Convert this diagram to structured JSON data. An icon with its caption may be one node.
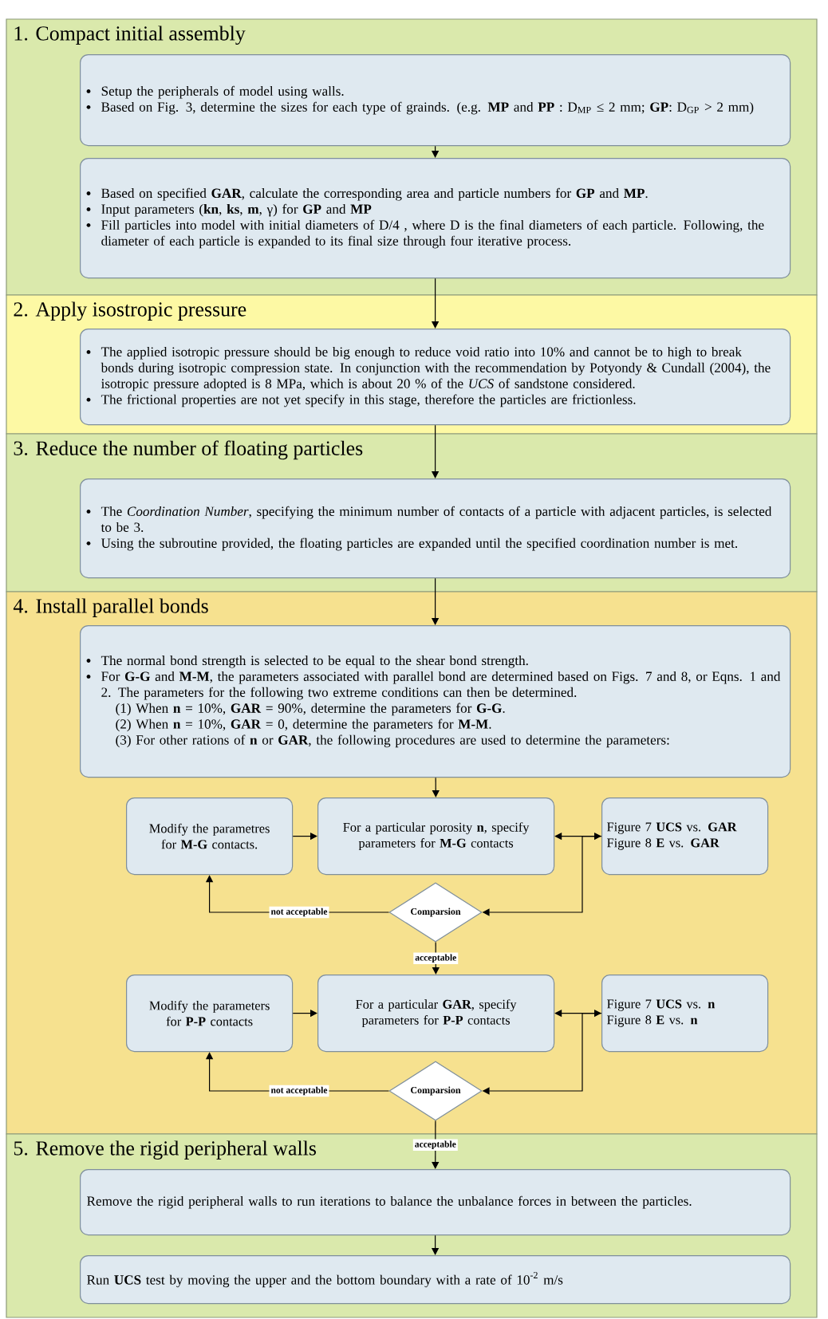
{
  "diagram": {
    "nodes": [
      {
        "text": [
          "1. Compact initial assembly"
        ]
      },
      {
        "text": [
          "Setup the peripherals of model using walls.",
          "Based on Fig. 3, determine the sizes for each type of grainds. (e.g. **MP** and **PP** : D$_{MP}$ ≤ 2 mm; **GP**: D$_{GP}$ > 2 mm)"
        ],
        "in": 0
      },
      {
        "text": [
          "Based on specified **GAR**, calculate the corresponding area and particle numbers for **GP** and **MP**.",
          "Input parameters (**kn**, **ks**, **m**, γ) for **GP** and **MP**",
          "Fill particles into model with initial diameters of D/4 , where D is the final diameters of each particle. Following, the diameter of each particle is expanded to its final size through four iterative process."
        ],
        "in": 0
      },
      {
        "text": [
          "2. Apply isostropic pressure"
        ]
      },
      {
        "text": [
          "The applied isotropic pressure should be big enough to reduce void ratio into 10% and cannot be to high to break bonds during isotropic compression state. In conjunction with the recommendation by Potyondy & Cundall (2004), the isotropic pressure adopted is 8 MPa, which is about 20 % of the *UCS* of sandstone considered.",
          "The frictional properties are not yet specify in this stage, therefore the particles are frictionless."
        ],
        "in": 3
      },
      {
        "text": [
          "3. Reduce the number of floating particles"
        ]
      },
      {
        "text": [
          "The *Coordination Number*, specifying the minimum number of contacts of a particle with adjacent particles, is selected to be 3.",
          "Using the subroutine provided, the floating particles are expanded until the specified coordination number is met."
        ],
        "in": 5
      },
      {
        "text": [
          "4. Install parallel bonds"
        ]
      },
      {
        "text": [
          "The normal bond strength is selected to be equal to the shear bond strength.",
          "For **G-G** and **M-M**, the parameters associated with parallel bond are determined based on Figs. 7 and 8, or Eqns. 1 and 2. The parameters for the following two extreme conditions can then be determined.",
          "(1) When **n** = 10%, **GAR** = 90%, determine the parameters for **G-G**.",
          "(2) When **n** = 10%, **GAR** = 0, determine the parameters for **M-M**.",
          "(3) For other rations of **n** or **GAR**, the following procedures are used to determine the parameters:"
        ],
        "in": 7
      },
      {
        "text": [
          "Modify the parametres for **M-G** contacts."
        ],
        "in": 7
      },
      {
        "text": [
          "For a particular porosity **n**, specify parameters for **M-G** contacts"
        ],
        "in": 7
      },
      {
        "text": [
          "Figure 7 **UCS** vs. **GAR**",
          "Figure 8 **E** vs. **GAR**"
        ],
        "in": 7
      },
      {
        "text": [
          "Comparsion"
        ],
        "in": 7
      },
      {
        "text": [
          "Modify the parameters for **P-P** contacts"
        ],
        "in": 7
      },
      {
        "text": [
          "For a particular **GAR**, specify parameters for **P-P** contacts"
        ],
        "in": 7
      },
      {
        "text": [
          "Figure 7 **UCS** vs. **n**",
          "Figure 8 **E** vs. **n**"
        ],
        "in": 7
      },
      {
        "text": [
          "Comparsion"
        ],
        "in": 7
      },
      {
        "text": [
          "5. Remove the rigid peripheral walls"
        ]
      },
      {
        "text": [
          "Remove the rigid peripheral walls to run iterations to balance the unbalance forces in between the particles."
        ],
        "in": 17
      },
      {
        "text": [
          "Run **UCS** test by moving the upper and the bottom boundary with a rate of 10$^{-2}$ m/s"
        ],
        "in": 17
      }
    ],
    "edges": [
      {
        "from": 1,
        "to": 2,
        "arrow": "to"
      },
      {
        "from": 2,
        "to": 4,
        "arrow": "to"
      },
      {
        "from": 4,
        "to": 6,
        "arrow": "to"
      },
      {
        "from": 6,
        "to": 8,
        "arrow": "to"
      },
      {
        "from": 8,
        "to": 10,
        "arrow": "to"
      },
      {
        "from": 9,
        "to": 10,
        "arrow": "to"
      },
      {
        "from": 10,
        "to": 11,
        "arrow": "both"
      },
      {
        "from": 11,
        "to": 12,
        "arrow": "to"
      },
      {
        "from": 12,
        "to": 9,
        "arrow": "to",
        "label": "not acceptable"
      },
      {
        "from": 12,
        "to": 14,
        "arrow": "to",
        "label": "acceptable"
      },
      {
        "from": 13,
        "to": 14,
        "arrow": "to"
      },
      {
        "from": 14,
        "to": 15,
        "arrow": "both"
      },
      {
        "from": 15,
        "to": 16,
        "arrow": "to"
      },
      {
        "from": 16,
        "to": 13,
        "arrow": "to",
        "label": "not acceptable"
      },
      {
        "from": 16,
        "to": 18,
        "arrow": "to",
        "label": "acceptable"
      },
      {
        "from": 18,
        "to": 19,
        "arrow": "to"
      }
    ]
  }
}
